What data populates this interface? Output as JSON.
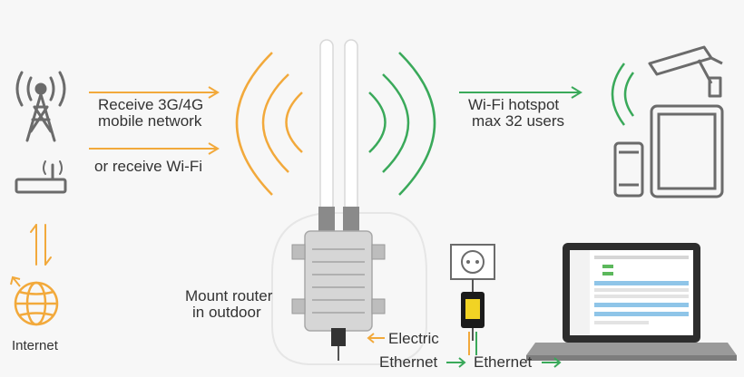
{
  "labels": {
    "receive_line1": "Receive 3G/4G",
    "receive_line2": "mobile network",
    "or_receive_wifi": "or receive Wi-Fi",
    "hotspot_line1": "Wi-Fi hotspot",
    "hotspot_line2": "max 32 users",
    "mount_line1": "Mount router",
    "mount_line2": "in outdoor",
    "electric": "Electric",
    "ethernet_left": "Ethernet",
    "ethernet_right": "Ethernet",
    "internet": "Internet"
  },
  "colors": {
    "orange": "#f2a93b",
    "green": "#3aa95a",
    "gray_icon": "#6b6b6b",
    "text": "#333333"
  },
  "icons": [
    "cell-tower-icon",
    "router-icon",
    "globe-icon",
    "exchange-arrows-icon",
    "antenna-router-icon",
    "security-camera-icon",
    "tablet-icon",
    "phone-icon",
    "laptop-icon",
    "power-socket-icon",
    "poe-adapter-icon"
  ]
}
